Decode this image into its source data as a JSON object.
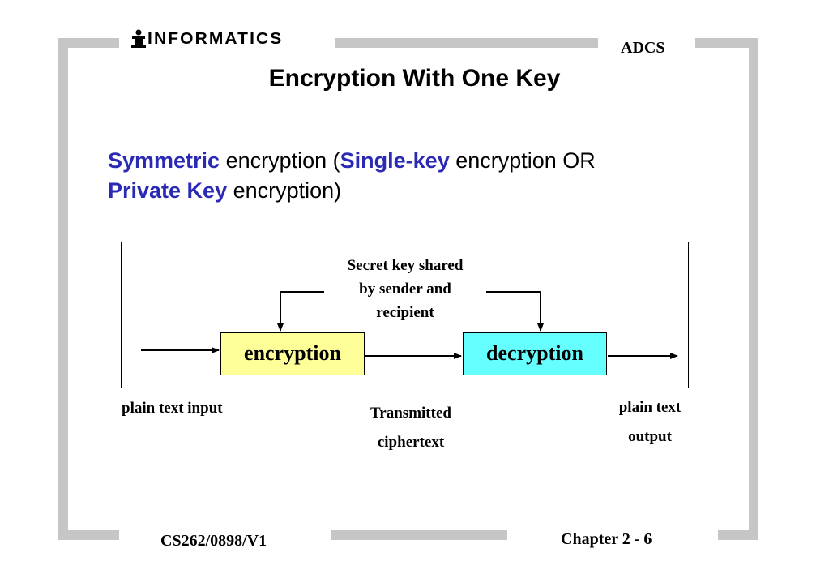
{
  "header": {
    "logo_text": "INFORMATICS",
    "course": "ADCS"
  },
  "title": "Encryption With One Key",
  "intro": {
    "term1": "Symmetric",
    "text1": " encryption (",
    "term2": "Single-key",
    "text2": " encryption OR",
    "term3": "Private Key",
    "text3": " encryption)"
  },
  "diagram": {
    "secret_key_lines": [
      "Secret key shared",
      "by sender and",
      "recipient"
    ],
    "encryption_label": "encryption",
    "decryption_label": "decryption"
  },
  "labels": {
    "input": "plain text input",
    "transmitted": [
      "Transmitted",
      "ciphertext"
    ],
    "output": [
      "plain text",
      "output"
    ]
  },
  "footer": {
    "left": "CS262/0898/V1",
    "right": "Chapter 2 - 6"
  },
  "colors": {
    "frame": "#c6c6c6",
    "highlight": "#2a2ab5",
    "encryption_fill": "#ffff99",
    "decryption_fill": "#66ffff"
  }
}
